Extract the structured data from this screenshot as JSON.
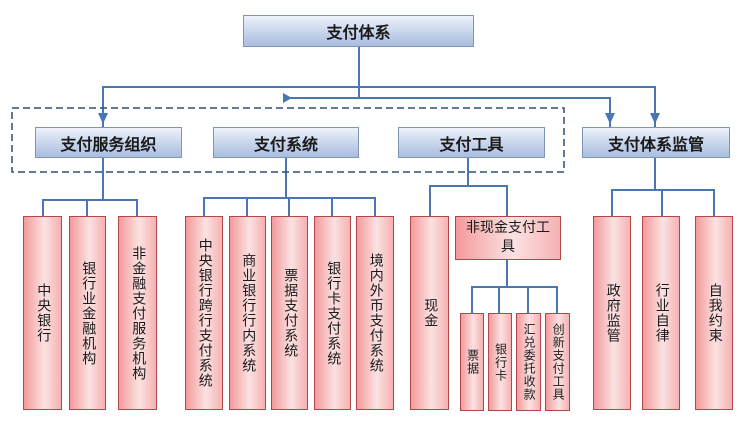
{
  "root": {
    "label": "支付体系"
  },
  "categories": [
    {
      "label": "支付服务组织"
    },
    {
      "label": "支付系统"
    },
    {
      "label": "支付工具"
    },
    {
      "label": "支付体系监管"
    }
  ],
  "service_orgs": [
    {
      "label": "中央银行"
    },
    {
      "label": "银行业金融机构"
    },
    {
      "label": "非金融支付服务机构"
    }
  ],
  "payment_systems": [
    {
      "label": "中央银行跨行支付系统"
    },
    {
      "label": "商业银行行内系统"
    },
    {
      "label": "票据支付系统"
    },
    {
      "label": "银行卡支付系统"
    },
    {
      "label": "境内外币支付系统"
    }
  ],
  "payment_tools": {
    "cash": {
      "label": "现金"
    },
    "non_cash": {
      "label": "非现金支付工具"
    },
    "items": [
      {
        "label": "票据"
      },
      {
        "label": "银行卡"
      },
      {
        "label": "汇兑委托收款"
      },
      {
        "label": "创新支付工具"
      }
    ]
  },
  "supervision": [
    {
      "label": "政府监管"
    },
    {
      "label": "行业自律"
    },
    {
      "label": "自我约束"
    }
  ]
}
